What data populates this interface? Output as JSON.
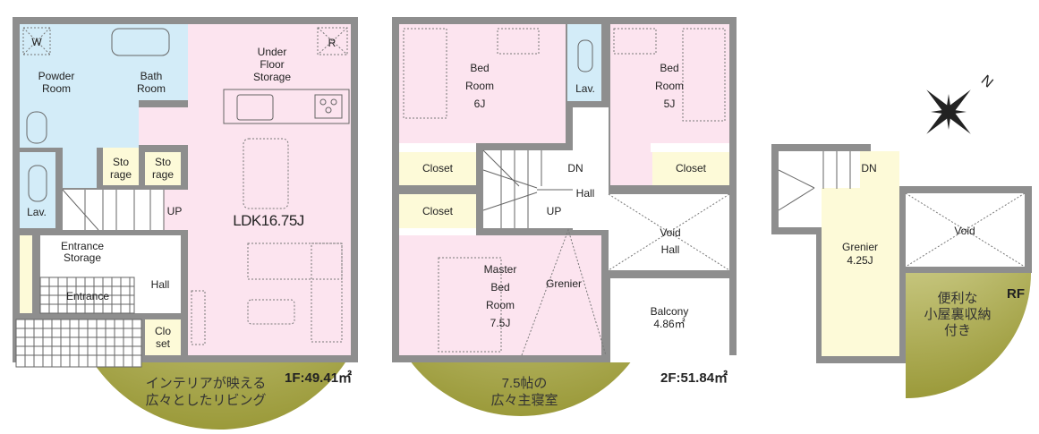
{
  "floor1": {
    "area_label": "1F:49.41㎡",
    "caption_line1": "インテリアが映える",
    "caption_line2": "広々としたリビング",
    "rooms": {
      "washer": "W",
      "powder": [
        "Powder",
        "Room"
      ],
      "bath": [
        "Bath",
        "Room"
      ],
      "storage1": [
        "Sto",
        "rage"
      ],
      "storage2": [
        "Sto",
        "rage"
      ],
      "lav": "Lav.",
      "up": "UP",
      "entrance_storage": [
        "Entrance",
        "Storage"
      ],
      "entrance": "Entrance",
      "hall": "Hall",
      "closet": [
        "Clo",
        "set"
      ],
      "refrigerator": "R",
      "underfloor": [
        "Under",
        "Floor",
        "Storage"
      ],
      "ldk": "LDK16.75J"
    }
  },
  "floor2": {
    "area_label": "2F:51.84㎡",
    "caption_line1": "7.5帖の",
    "caption_line2": "広々主寝室",
    "rooms": {
      "bed6": [
        "Bed",
        "Room",
        "6J"
      ],
      "lav": "Lav.",
      "bed5": [
        "Bed",
        "Room",
        "5J"
      ],
      "closet_a": "Closet",
      "closet_b": "Closet",
      "closet_c": "Closet",
      "dn": "DN",
      "hall": "Hall",
      "up": "UP",
      "void": [
        "Void",
        "Hall"
      ],
      "master": [
        "Master",
        "Bed",
        "Room",
        "7.5J"
      ],
      "grenier": "Grenier",
      "balcony": [
        "Balcony",
        "4.86㎡"
      ]
    }
  },
  "roof": {
    "label": "RF",
    "caption": [
      "便利な",
      "小屋裏収納",
      "付き"
    ],
    "rooms": {
      "dn": "DN",
      "grenier": [
        "Grenier",
        "4.25J"
      ],
      "void": "Void"
    },
    "compass_letter": "N"
  },
  "colors": {
    "wall": "#8e8e8e",
    "wet": "#d3ecf8",
    "living": "#fce4ef",
    "storage": "#fdfad8",
    "accent": "#a9a748"
  }
}
